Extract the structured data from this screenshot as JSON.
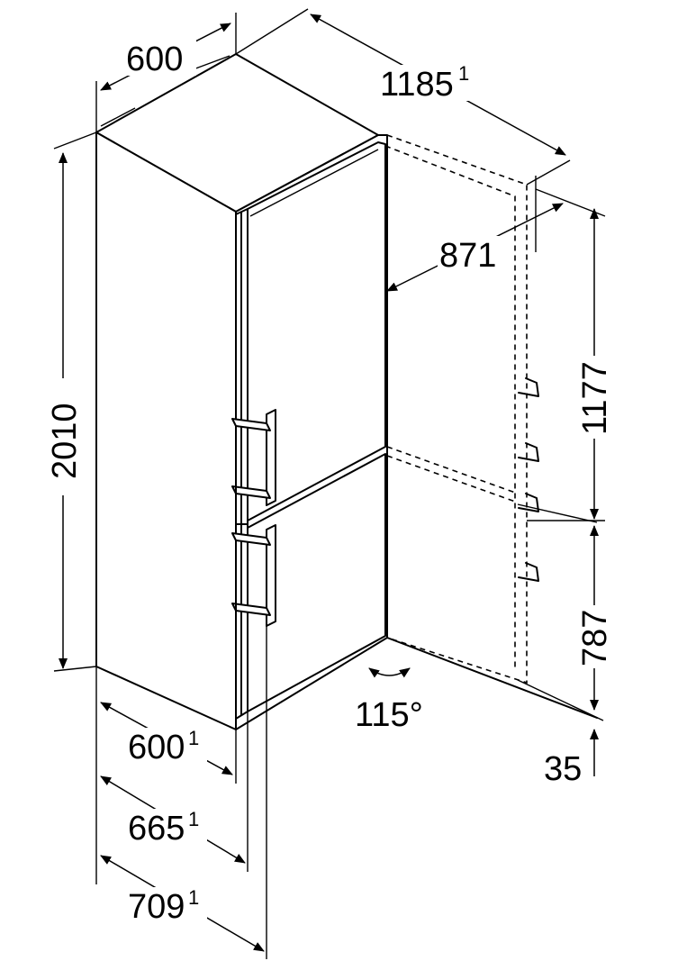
{
  "dimensions": {
    "width_top": {
      "value": "600"
    },
    "depth_open_total": {
      "value": "1185",
      "note": "1"
    },
    "door_open_depth": {
      "value": "871"
    },
    "height_total": {
      "value": "2010"
    },
    "upper_door_height": {
      "value": "1177"
    },
    "lower_door_height": {
      "value": "787"
    },
    "plinth_height": {
      "value": "35"
    },
    "opening_angle": {
      "value": "115°"
    },
    "depth_body": {
      "value": "600",
      "note": "1"
    },
    "depth_with_door": {
      "value": "665",
      "note": "1"
    },
    "depth_with_handle": {
      "value": "709",
      "note": "1"
    }
  },
  "icons": [
    "arrow-icon",
    "rotation-arrow-icon"
  ]
}
